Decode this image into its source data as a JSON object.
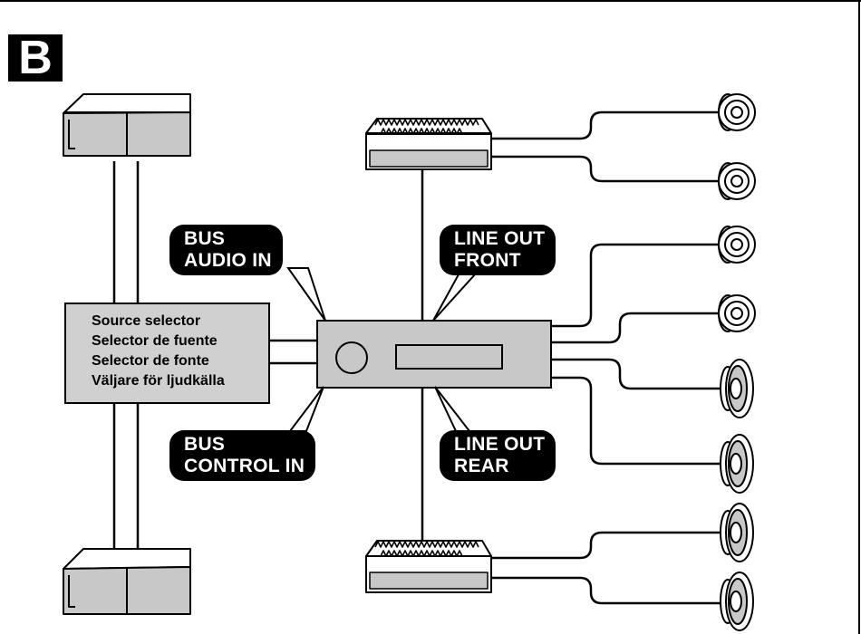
{
  "diagram": {
    "badge": "B",
    "labels": {
      "bus_audio_in": [
        "BUS",
        "AUDIO IN"
      ],
      "line_out_front": [
        "LINE OUT",
        "FRONT"
      ],
      "bus_control_in": [
        "BUS",
        "CONTROL IN"
      ],
      "line_out_rear": [
        "LINE OUT",
        "REAR"
      ]
    },
    "source_selector": [
      "Source selector",
      "Selector de fuente",
      "Selector de fonte",
      "Väljare för ljudkälla"
    ]
  }
}
